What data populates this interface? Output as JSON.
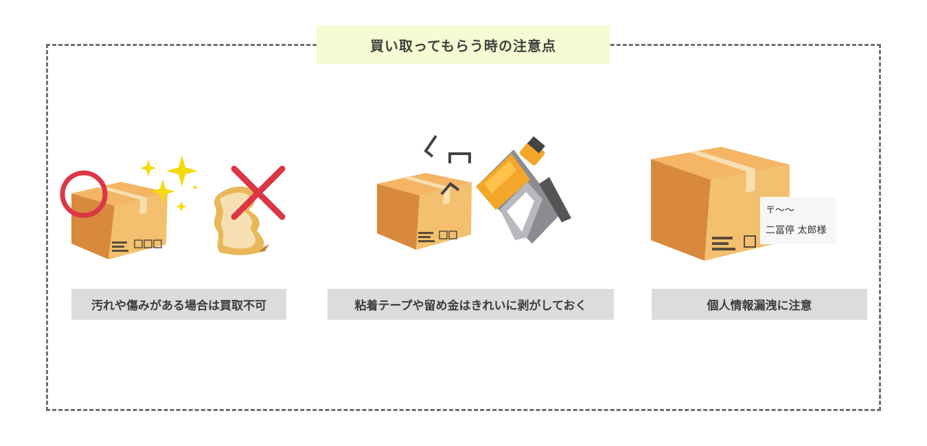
{
  "title": "買い取ってもらう時の注意点",
  "items": [
    {
      "caption": "汚れや傷みがある場合は買取不可"
    },
    {
      "caption": "粘着テープや留め金はきれいに剥がしておく"
    },
    {
      "caption": "個人情報漏洩に注意"
    }
  ],
  "label": {
    "line1": "〒〜〜",
    "line2": "二冨停 太郎様"
  },
  "colors": {
    "frame": "#6f6f6f",
    "title_bg": "#f5fbd2",
    "caption_bg": "#dcdcdc",
    "box_top": "#f4b565",
    "box_left": "#d8893b",
    "box_right": "#f2c06e",
    "tape": "#f7dfb0",
    "circle": "#dc3545",
    "cross": "#dc3545",
    "sparkle": "#f5d90c"
  }
}
